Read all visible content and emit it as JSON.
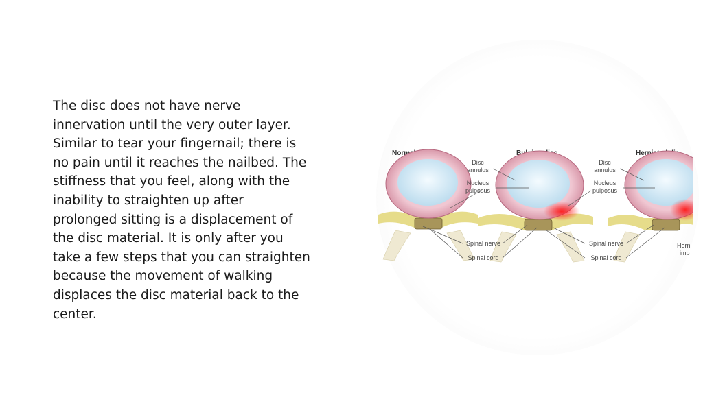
{
  "body_text": "The disc does not have nerve\ninnervation until the very outer layer.\nSimilar to tear your fingernail; there is\nno pain until it reaches the nailbed.  The\nstiffness that you feel, along with the\ninability to straighten up after\nprolonged sitting is a displacement of\nthe disc material.  It is only after you\ntake a few steps that you can straighten\nbecause the movement of walking\ndisplaces the disc material back to the\ncenter.",
  "figure": {
    "panels": {
      "normal": {
        "title": "Normal disc"
      },
      "bulging": {
        "title": "Bulging disc",
        "disc_annulus": [
          "Disc",
          "annulus"
        ],
        "nucleus_pulposus": [
          "Nucleus",
          "pulposus"
        ],
        "spinal_nerve": "Spinal nerve",
        "spinal_cord": "Spinal cord"
      },
      "herniated": {
        "title": "Herniated dis",
        "disc_annulus": [
          "Disc",
          "annulus"
        ],
        "nucleus_pulposus": [
          "Nucleus",
          "pulposus"
        ],
        "spinal_nerve": "Spinal nerve",
        "spinal_cord": "Spinal cord",
        "cut_off_label": [
          "Hern",
          "imp"
        ]
      }
    },
    "colors": {
      "annulus": "#dba3b3",
      "nucleus": "#cfe8f4",
      "bone": "#efe9d2",
      "nerve": "#e8d97a",
      "herniation": "#e8202a",
      "label": "#444444"
    }
  }
}
